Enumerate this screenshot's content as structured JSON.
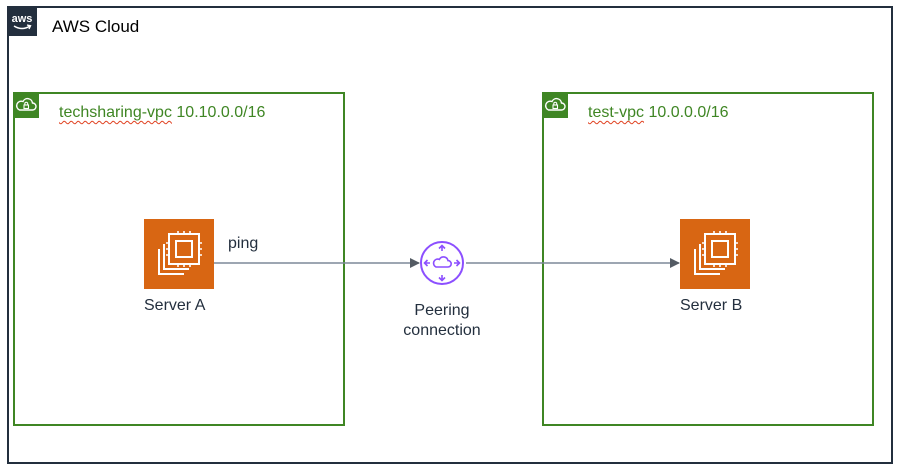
{
  "cloud": {
    "title": "AWS Cloud",
    "icon": "aws-logo-icon",
    "border_color": "#232f3e"
  },
  "vpcs": [
    {
      "name": "techsharing-vpc",
      "cidr": "10.10.0.0/16",
      "icon": "cloud-lock-icon",
      "color": "#3f8624"
    },
    {
      "name": "test-vpc",
      "cidr": "10.0.0.0/16",
      "icon": "cloud-lock-icon",
      "color": "#3f8624"
    }
  ],
  "servers": [
    {
      "label": "Server A",
      "icon": "ec2-instance-icon",
      "color": "#d86613"
    },
    {
      "label": "Server B",
      "icon": "ec2-instance-icon",
      "color": "#d86613"
    }
  ],
  "peering": {
    "label_line1": "Peering",
    "label_line2": "connection",
    "icon": "peering-router-icon",
    "color": "#8c4fff"
  },
  "edge_label": "ping"
}
